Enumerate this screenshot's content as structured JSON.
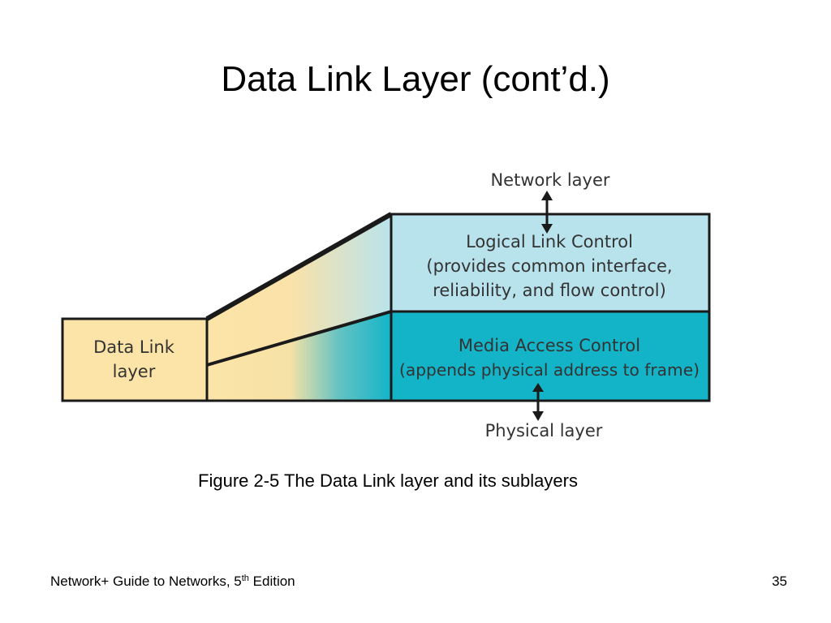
{
  "slide": {
    "title": "Data Link Layer (cont’d.)",
    "caption": "Figure 2-5 The Data Link layer and its sublayers",
    "footer": {
      "book_prefix": "Network+ Guide to Networks, 5",
      "book_superscript": "th",
      "book_suffix": " Edition",
      "page_number": "35"
    }
  },
  "diagram": {
    "network_layer_label": "Network layer",
    "physical_layer_label": "Physical layer",
    "data_link_box": {
      "line1": "Data Link",
      "line2": "layer"
    },
    "llc_box": {
      "line1": "Logical Link Control",
      "line2": "(provides common interface,",
      "line3": "reliability, and flow control)"
    },
    "mac_box": {
      "line1": "Media Access Control",
      "line2": "(appends physical address to frame)"
    },
    "colors": {
      "data_link_fill": "#fce4a8",
      "llc_fill": "#b9e3ec",
      "mac_fill": "#13b4c8",
      "border": "#1a1a1a"
    }
  }
}
